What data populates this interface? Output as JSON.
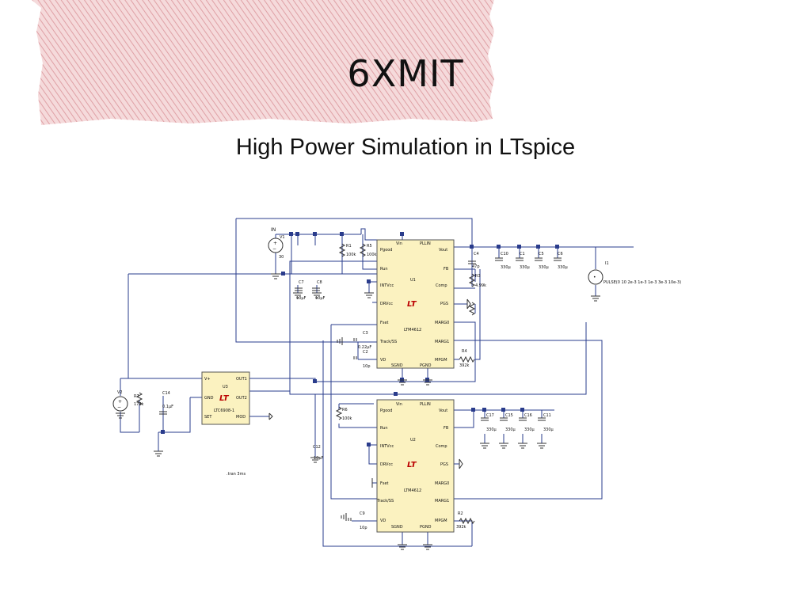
{
  "slide": {
    "title": "6XMIT",
    "subtitle": "High Power Simulation in LTspice"
  },
  "colors": {
    "banner": "#e8b5b8",
    "wire": "#2a3c8c",
    "chip": "#fbf2c0",
    "chip_border": "#555555",
    "logo": "#b00000"
  },
  "schematic": {
    "u1": {
      "ref": "U1",
      "part": "LTM4612",
      "left_pins": [
        "Pgood",
        "Run",
        "INTVcc",
        "DRVcc",
        "Fset",
        "Track/SS",
        "VD"
      ],
      "right_pins": [
        "Vout",
        "FB",
        "Comp",
        "PGS",
        "MARG0",
        "MARG1",
        "MPGM"
      ],
      "top_pins": [
        "Vin",
        "PLLIN"
      ],
      "bottom_pins": [
        "SGND",
        "PGND"
      ]
    },
    "u2": {
      "ref": "U2",
      "part": "LTM4612",
      "left_pins": [
        "Pgood",
        "Run",
        "INTVcc",
        "DRVcc",
        "Fset",
        "Track/SS",
        "VD"
      ],
      "right_pins": [
        "Vout",
        "FB",
        "Comp",
        "PGS",
        "MARG0",
        "MARG1",
        "MPGM"
      ],
      "top_pins": [
        "Vin",
        "PLLIN"
      ],
      "bottom_pins": [
        "SGND",
        "PGND"
      ]
    },
    "u3": {
      "ref": "U3",
      "part": "LTC6908-1",
      "left_pins": [
        "V+",
        "GND",
        "SET"
      ],
      "right_pins": [
        "OUT1",
        "OUT2",
        "MOD"
      ]
    },
    "labels": {
      "in_label": "IN",
      "v1": "V1",
      "v1_val": "30",
      "r1": "R1",
      "r1_val": "100k",
      "r2": "R5",
      "r2_val": "100k",
      "c7": "C7",
      "c7_val": "10µF",
      "c8": "C8",
      "c8_val": "10µF",
      "c3": "C3",
      "c3_val": "0.22µF",
      "c2": "C2",
      "c2_val": "10p",
      "c4": "C4",
      "c4_val": "47p",
      "r3": "R3",
      "r3_val": "4.99k",
      "r4": "R4",
      "r4_val": "392k",
      "c10": "C10",
      "c10_val": "330µ",
      "c1": "C1",
      "c1_val": "330µ",
      "c5": "C5",
      "c5_val": "330µ",
      "c6": "C6",
      "c6_val": "330µ",
      "i1": "I1",
      "pulse": "PULSE(0 10 2e-3 1e-3 1e-3 3e-3 10e-3)",
      "v2": "V2",
      "r7": "R7",
      "r7_val": "174k",
      "c14": "C14",
      "c14_val": "0.1µF",
      "r6": "R6",
      "r6_val": "100k",
      "c12": "C12",
      "c12_val": "10µF",
      "c17": "C17",
      "c17_val": "330µ",
      "c15": "C15",
      "c15_val": "330µ",
      "c16": "C16",
      "c16_val": "330µ",
      "c11": "C11",
      "c11_val": "330µ",
      "c9": "C9",
      "c9_val": "10p",
      "r2b": "R2",
      "r2b_val": "392k",
      "tran": ".tran 3ms",
      "logo": "LT"
    }
  }
}
